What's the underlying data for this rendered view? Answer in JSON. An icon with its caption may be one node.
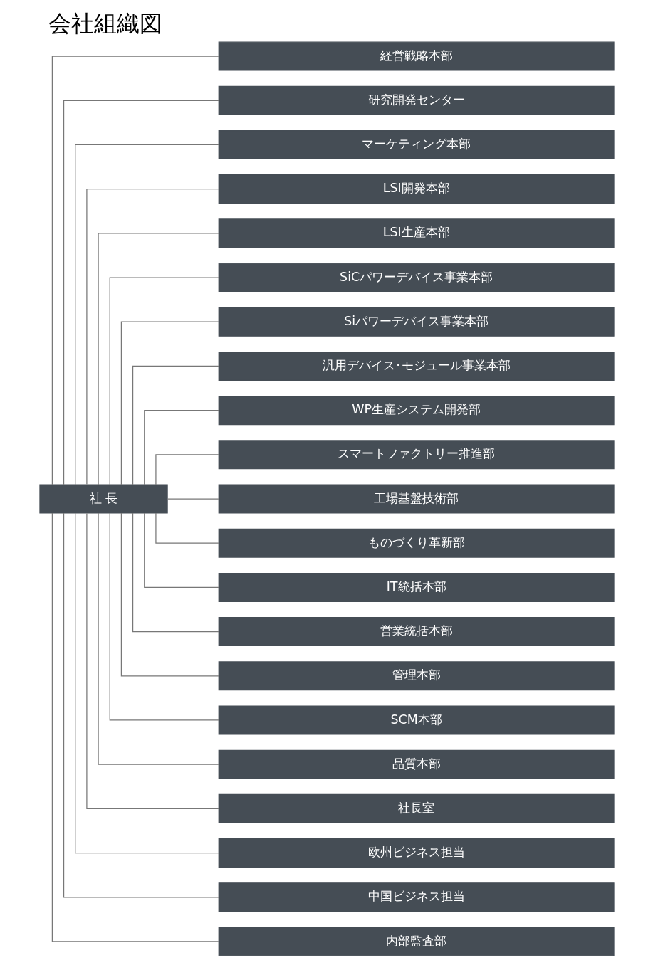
{
  "diagram": {
    "title": "会社組織図",
    "nodes": [
      {
        "text": [
          "社 長"
        ]
      },
      {
        "text": [
          "経営戦略本部"
        ]
      },
      {
        "text": [
          "研究開発センター"
        ]
      },
      {
        "text": [
          "マーケティング本部"
        ]
      },
      {
        "text": [
          "LSI開発本部"
        ]
      },
      {
        "text": [
          "LSI生産本部"
        ]
      },
      {
        "text": [
          "SiCパワーデバイス事業本部"
        ]
      },
      {
        "text": [
          "Siパワーデバイス事業本部"
        ]
      },
      {
        "text": [
          "汎用デバイス･モジュール事業本部"
        ]
      },
      {
        "text": [
          "WP生産システム開発部"
        ]
      },
      {
        "text": [
          "スマートファクトリー推進部"
        ]
      },
      {
        "text": [
          "工場基盤技術部"
        ]
      },
      {
        "text": [
          "ものづくり革新部"
        ]
      },
      {
        "text": [
          "IT統括本部"
        ]
      },
      {
        "text": [
          "営業統括本部"
        ]
      },
      {
        "text": [
          "管理本部"
        ]
      },
      {
        "text": [
          "SCM本部"
        ]
      },
      {
        "text": [
          "品質本部"
        ]
      },
      {
        "text": [
          "社長室"
        ]
      },
      {
        "text": [
          "欧州ビジネス担当"
        ]
      },
      {
        "text": [
          "中国ビジネス担当"
        ]
      },
      {
        "text": [
          "内部監査部"
        ]
      }
    ],
    "edges": [
      {
        "from": 0,
        "to": 1,
        "arrow": "none"
      },
      {
        "from": 0,
        "to": 2,
        "arrow": "none"
      },
      {
        "from": 0,
        "to": 3,
        "arrow": "none"
      },
      {
        "from": 0,
        "to": 4,
        "arrow": "none"
      },
      {
        "from": 0,
        "to": 5,
        "arrow": "none"
      },
      {
        "from": 0,
        "to": 6,
        "arrow": "none"
      },
      {
        "from": 0,
        "to": 7,
        "arrow": "none"
      },
      {
        "from": 0,
        "to": 8,
        "arrow": "none"
      },
      {
        "from": 0,
        "to": 9,
        "arrow": "none"
      },
      {
        "from": 0,
        "to": 10,
        "arrow": "none"
      },
      {
        "from": 0,
        "to": 11,
        "arrow": "none"
      },
      {
        "from": 0,
        "to": 12,
        "arrow": "none"
      },
      {
        "from": 0,
        "to": 13,
        "arrow": "none"
      },
      {
        "from": 0,
        "to": 14,
        "arrow": "none"
      },
      {
        "from": 0,
        "to": 15,
        "arrow": "none"
      },
      {
        "from": 0,
        "to": 16,
        "arrow": "none"
      },
      {
        "from": 0,
        "to": 17,
        "arrow": "none"
      },
      {
        "from": 0,
        "to": 18,
        "arrow": "none"
      },
      {
        "from": 0,
        "to": 19,
        "arrow": "none"
      },
      {
        "from": 0,
        "to": 20,
        "arrow": "none"
      },
      {
        "from": 0,
        "to": 21,
        "arrow": "none"
      }
    ]
  }
}
